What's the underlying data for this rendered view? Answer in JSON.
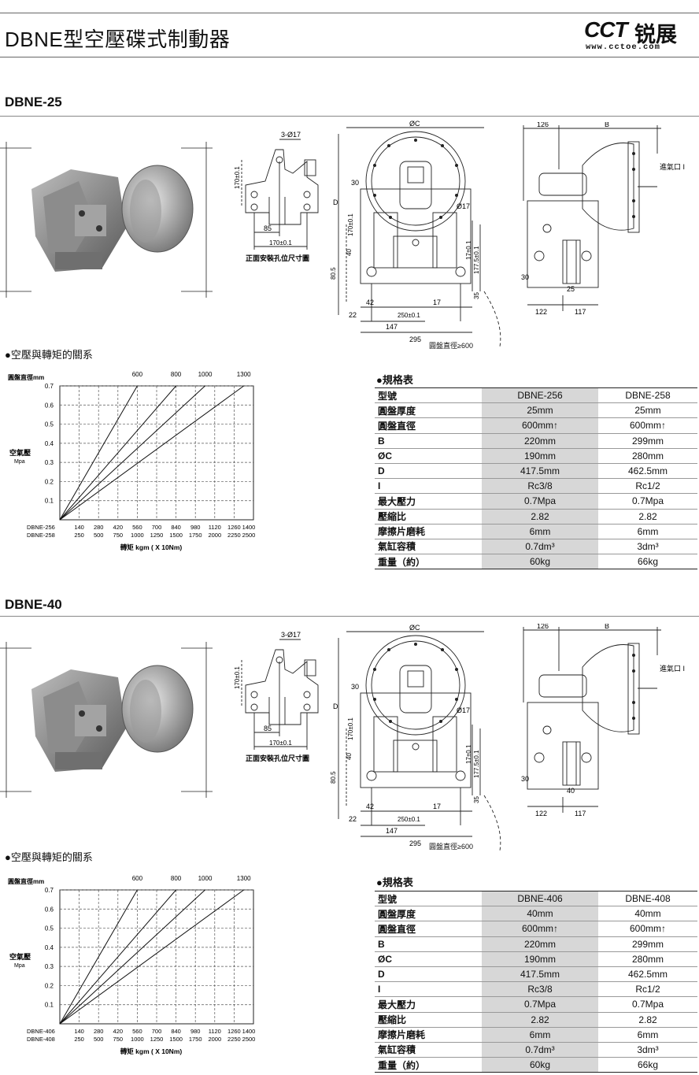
{
  "header": {
    "title": "DBNE型空壓碟式制動器",
    "logo_mark": "CCT",
    "logo_cn": "锐展",
    "logo_url": "www.cctoe.com"
  },
  "drawing_labels": {
    "bolt": "3-Ø17",
    "h170": "170±0.1",
    "w85": "85",
    "w170": "170±0.1",
    "caption": "正面安裝孔位尺寸圖",
    "oc": "ØC",
    "d": "D",
    "d30": "30",
    "d17": "Ø17",
    "d170": "170±0.1",
    "d40": "40",
    "d805": "80.5",
    "d17b": "17±0.1",
    "d1775": "177.5±0.1",
    "d35": "35",
    "d42": "42",
    "d22": "22",
    "d250": "250±0.1",
    "d17c": "17",
    "d147": "147",
    "d295": "295",
    "disc": "圓盤直徑≥600",
    "s126": "126",
    "sB": "B",
    "inlet": "進氣口 I",
    "s30": "30",
    "s122": "122",
    "s117": "117"
  },
  "sections": [
    {
      "title": "DBNE-25",
      "side_dim": "25",
      "chart_heading": "●空壓與轉矩的關系",
      "chart_data": {
        "type": "line",
        "ylabel_top": "圓盤直徑mm",
        "ylabel": "空氣壓",
        "yunit": "Mpa",
        "xlabel": "轉矩  kgm ( X 10Nm)",
        "yticks": [
          "0.7",
          "0.6",
          "0.5",
          "0.4",
          "0.3",
          "0.2",
          "0.1"
        ],
        "ylim": [
          0,
          0.7
        ],
        "row1_name": "DBNE-256",
        "row1_ticks": [
          "140",
          "280",
          "420",
          "560",
          "700",
          "840",
          "980",
          "1120",
          "1260",
          "1400"
        ],
        "row2_name": "DBNE-258",
        "row2_ticks": [
          "250",
          "500",
          "750",
          "1000",
          "1250",
          "1500",
          "1750",
          "2000",
          "2250",
          "2500"
        ],
        "series": [
          {
            "name": "600",
            "points": [
              [
                0,
                0
              ],
              [
                560,
                0.7
              ]
            ]
          },
          {
            "name": "800",
            "points": [
              [
                0,
                0
              ],
              [
                840,
                0.7
              ]
            ]
          },
          {
            "name": "1000",
            "points": [
              [
                0,
                0
              ],
              [
                1050,
                0.7
              ]
            ]
          },
          {
            "name": "1300",
            "points": [
              [
                0,
                0
              ],
              [
                1330,
                0.7
              ]
            ]
          }
        ],
        "grid": true
      },
      "spec_heading": "●規格表",
      "spec_table": {
        "columns": [
          "型號",
          "DBNE-256",
          "DBNE-258"
        ],
        "rows": [
          [
            "圓盤厚度",
            "25mm",
            "25mm"
          ],
          [
            "圓盤直徑",
            "600mm↑",
            "600mm↑"
          ],
          [
            "B",
            "220mm",
            "299mm"
          ],
          [
            "ØC",
            "190mm",
            "280mm"
          ],
          [
            "D",
            "417.5mm",
            "462.5mm"
          ],
          [
            "I",
            "Rc3/8",
            "Rc1/2"
          ],
          [
            "最大壓力",
            "0.7Mpa",
            "0.7Mpa"
          ],
          [
            "壓縮比",
            "2.82",
            "2.82"
          ],
          [
            "摩擦片磨耗",
            "6mm",
            "6mm"
          ],
          [
            "氣缸容積",
            "0.7dm³",
            "3dm³"
          ],
          [
            "重量（約）",
            "60kg",
            "66kg"
          ]
        ]
      }
    },
    {
      "title": "DBNE-40",
      "side_dim": "40",
      "chart_heading": "●空壓與轉矩的關系",
      "chart_data": {
        "type": "line",
        "ylabel_top": "圓盤直徑mm",
        "ylabel": "空氣壓",
        "yunit": "Mpa",
        "xlabel": "轉矩  kgm ( X 10Nm)",
        "yticks": [
          "0.7",
          "0.6",
          "0.5",
          "0.4",
          "0.3",
          "0.2",
          "0.1"
        ],
        "ylim": [
          0,
          0.7
        ],
        "row1_name": "DBNE-406",
        "row1_ticks": [
          "140",
          "280",
          "420",
          "560",
          "700",
          "840",
          "980",
          "1120",
          "1260",
          "1400"
        ],
        "row2_name": "DBNE-408",
        "row2_ticks": [
          "250",
          "500",
          "750",
          "1000",
          "1250",
          "1500",
          "1750",
          "2000",
          "2250",
          "2500"
        ],
        "series": [
          {
            "name": "600",
            "points": [
              [
                0,
                0
              ],
              [
                560,
                0.7
              ]
            ]
          },
          {
            "name": "800",
            "points": [
              [
                0,
                0
              ],
              [
                840,
                0.7
              ]
            ]
          },
          {
            "name": "1000",
            "points": [
              [
                0,
                0
              ],
              [
                1050,
                0.7
              ]
            ]
          },
          {
            "name": "1300",
            "points": [
              [
                0,
                0
              ],
              [
                1330,
                0.7
              ]
            ]
          }
        ],
        "grid": true
      },
      "spec_heading": "●規格表",
      "spec_table": {
        "columns": [
          "型號",
          "DBNE-406",
          "DBNE-408"
        ],
        "rows": [
          [
            "圓盤厚度",
            "40mm",
            "40mm"
          ],
          [
            "圓盤直徑",
            "600mm↑",
            "600mm↑"
          ],
          [
            "B",
            "220mm",
            "299mm"
          ],
          [
            "ØC",
            "190mm",
            "280mm"
          ],
          [
            "D",
            "417.5mm",
            "462.5mm"
          ],
          [
            "I",
            "Rc3/8",
            "Rc1/2"
          ],
          [
            "最大壓力",
            "0.7Mpa",
            "0.7Mpa"
          ],
          [
            "壓縮比",
            "2.82",
            "2.82"
          ],
          [
            "摩擦片磨耗",
            "6mm",
            "6mm"
          ],
          [
            "氣缸容積",
            "0.7dm³",
            "3dm³"
          ],
          [
            "重量（約）",
            "60kg",
            "66kg"
          ]
        ]
      }
    }
  ]
}
